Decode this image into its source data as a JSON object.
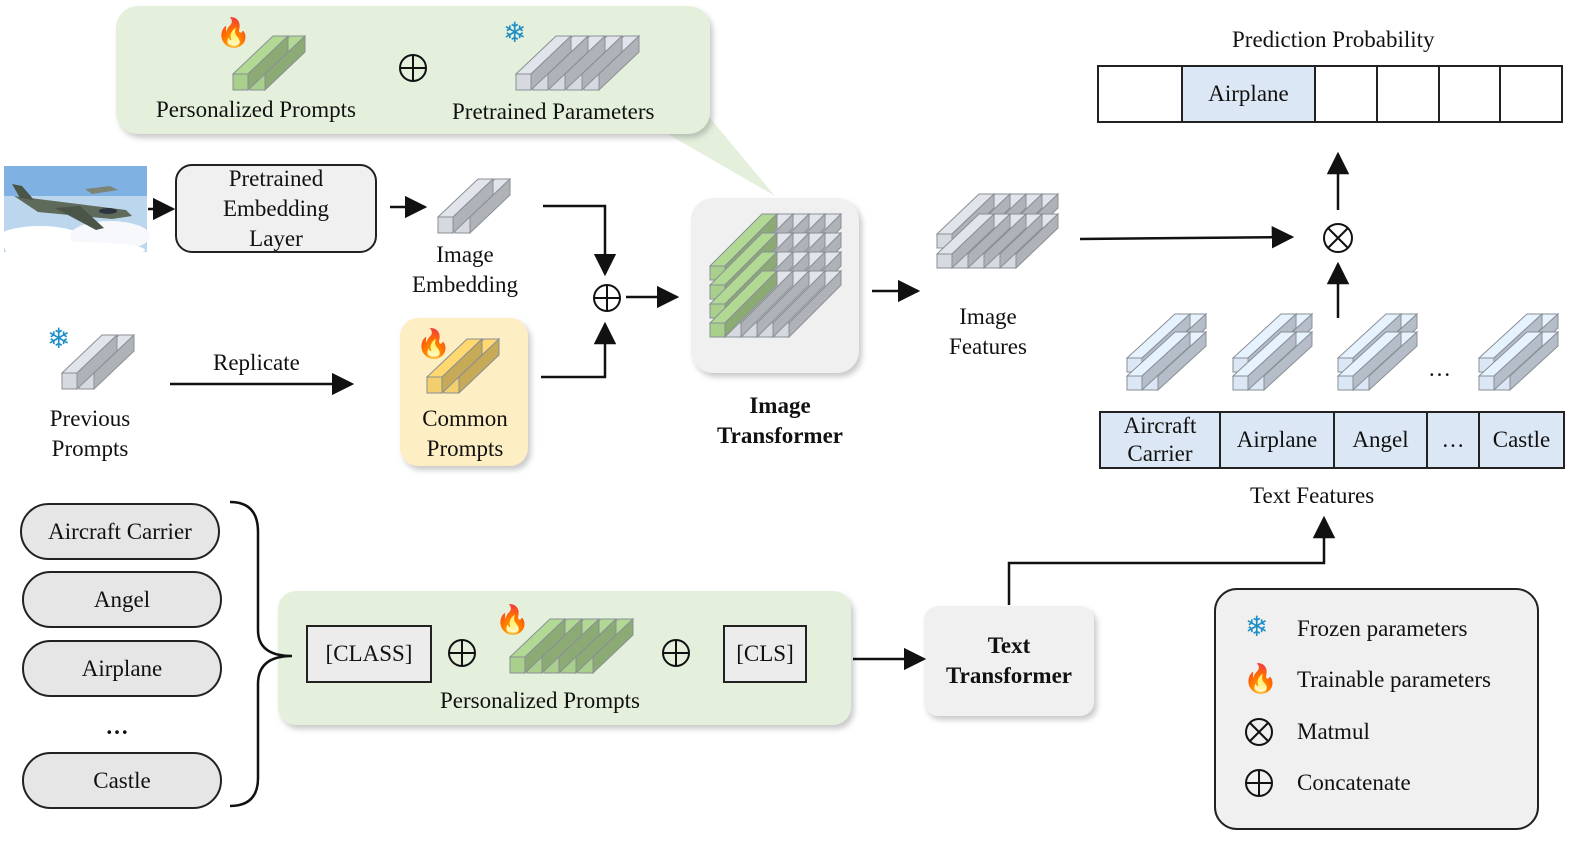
{
  "top_panel": {
    "personalized_label": "Personalized Prompts",
    "pretrained_label": "Pretrained Parameters"
  },
  "embedding_layer": {
    "line1": "Pretrained",
    "line2": "Embedding",
    "line3": "Layer"
  },
  "image_embedding": {
    "line1": "Image",
    "line2": "Embedding"
  },
  "previous_prompts": {
    "line1": "Previous",
    "line2": "Prompts"
  },
  "replicate_label": "Replicate",
  "common_prompts": {
    "line1": "Common",
    "line2": "Prompts"
  },
  "image_transformer": {
    "line1": "Image",
    "line2": "Transformer"
  },
  "image_features": {
    "line1": "Image",
    "line2": "Features"
  },
  "prediction": {
    "title": "Prediction Probability",
    "cells": [
      "",
      "Airplane",
      "",
      "",
      "",
      ""
    ]
  },
  "text_features": {
    "title": "Text Features",
    "cells": [
      "Aircraft Carrier",
      "Airplane",
      "Angel",
      "…",
      "Castle"
    ],
    "ellipsis": "…"
  },
  "class_list": {
    "items": [
      "Aircraft Carrier",
      "Angel",
      "Airplane",
      "…",
      "Castle"
    ]
  },
  "text_input": {
    "class_token": "[CLASS]",
    "cls_token": "[CLS]",
    "prompts_label": "Personalized Prompts"
  },
  "text_transformer": {
    "line1": "Text",
    "line2": "Transformer"
  },
  "legend": {
    "frozen": "Frozen parameters",
    "trainable": "Trainable parameters",
    "matmul": "Matmul",
    "concatenate": "Concatenate"
  },
  "colors": {
    "green_panel": "#e4f0dc",
    "yellow_panel": "#fdeec4",
    "light_blue": "#dbe7f4",
    "gray_box": "#f0f0f0",
    "green_token": "#a9cf8d",
    "gray_token": "#d6dae0",
    "yellow_token": "#f3cf6b"
  }
}
